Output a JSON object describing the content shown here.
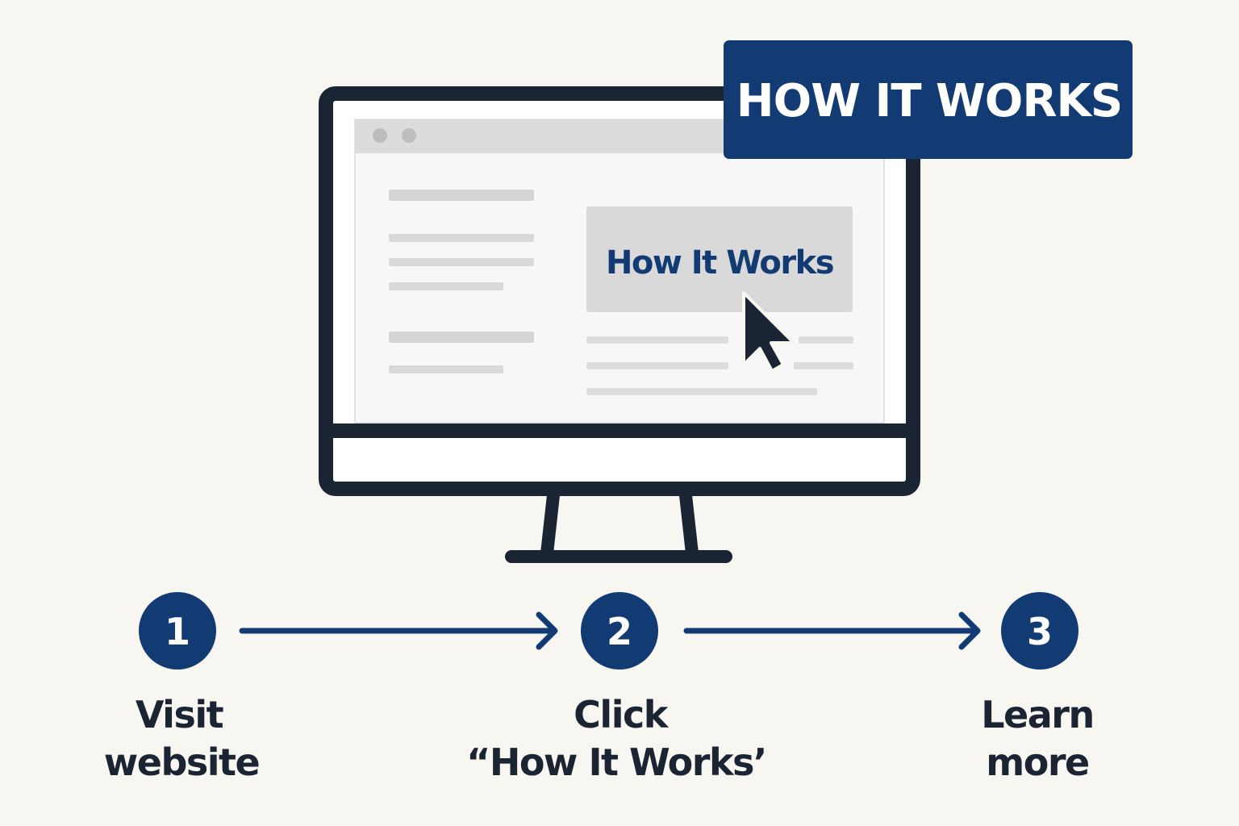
{
  "banner": {
    "title": "HOW IT WORKS"
  },
  "screen": {
    "button_label": "How It Works"
  },
  "steps": [
    {
      "number": "1",
      "line1": "Visit",
      "line2": "website"
    },
    {
      "number": "2",
      "line1": "Click",
      "line2": "“How It Works’"
    },
    {
      "number": "3",
      "line1": "Learn",
      "line2": "more"
    }
  ],
  "icons": {
    "cursor": "mouse-pointer-icon",
    "arrow": "arrow-right-icon",
    "monitor": "desktop-monitor-icon"
  },
  "colors": {
    "background": "#f8f6f1",
    "navy": "#123a73",
    "dark": "#1b2433",
    "screen_gray": "#d9d9d9"
  }
}
